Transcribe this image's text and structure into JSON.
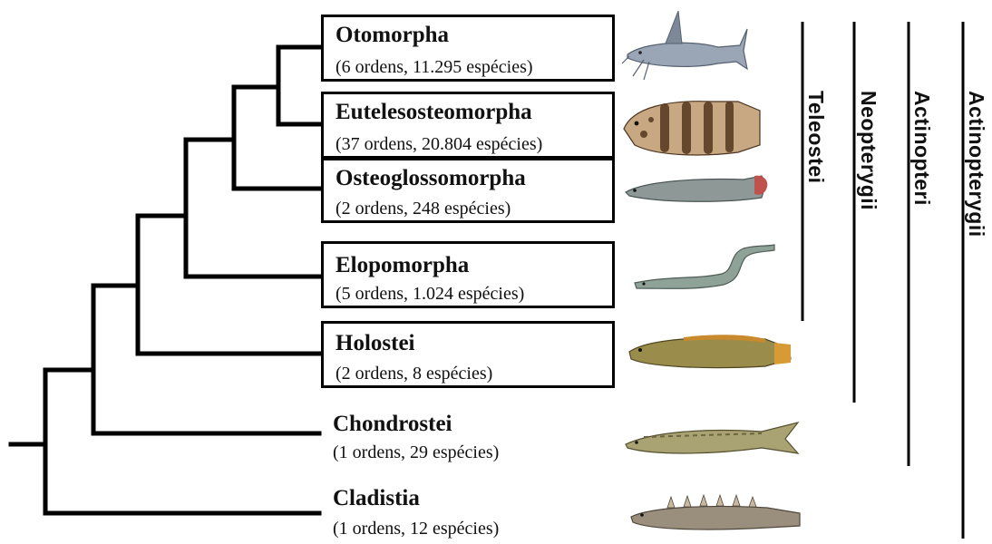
{
  "taxa": [
    {
      "name": "Otomorpha",
      "counts": "(6 ordens, 11.295 espécies)",
      "boxed": true,
      "fish_icon": "catfish-icon"
    },
    {
      "name": "Eutelesosteomorpha",
      "counts": "(37 ordens, 20.804 espécies)",
      "boxed": true,
      "fish_icon": "grouper-icon"
    },
    {
      "name": "Osteoglossomorpha",
      "counts": "(2 ordens, 248 espécies)",
      "boxed": true,
      "fish_icon": "arowana-icon"
    },
    {
      "name": "Elopomorpha",
      "counts": "(5 ordens, 1.024 espécies)",
      "boxed": true,
      "fish_icon": "eel-icon"
    },
    {
      "name": "Holostei",
      "counts": "(2 ordens, 8 espécies)",
      "boxed": true,
      "fish_icon": "bowfin-icon"
    },
    {
      "name": "Chondrostei",
      "counts": "(1 ordens, 29 espécies)",
      "boxed": false,
      "fish_icon": "sturgeon-icon"
    },
    {
      "name": "Cladistia",
      "counts": "(1 ordens, 12 espécies)",
      "boxed": false,
      "fish_icon": "bichir-icon"
    }
  ],
  "clades": [
    {
      "label": "Teleostei"
    },
    {
      "label": "Neopterygii"
    },
    {
      "label": "Actinopteri"
    },
    {
      "label": "Actinopterygii"
    }
  ],
  "colors": {
    "line": "#000000",
    "catfish": "#8c97a8",
    "grouper": "#6b4a2e",
    "arowana": "#7f8a88",
    "eel": "#8a9a90",
    "bowfin": "#8a7a3a",
    "sturgeon": "#9a9268",
    "bichir": "#8a7e6e"
  }
}
